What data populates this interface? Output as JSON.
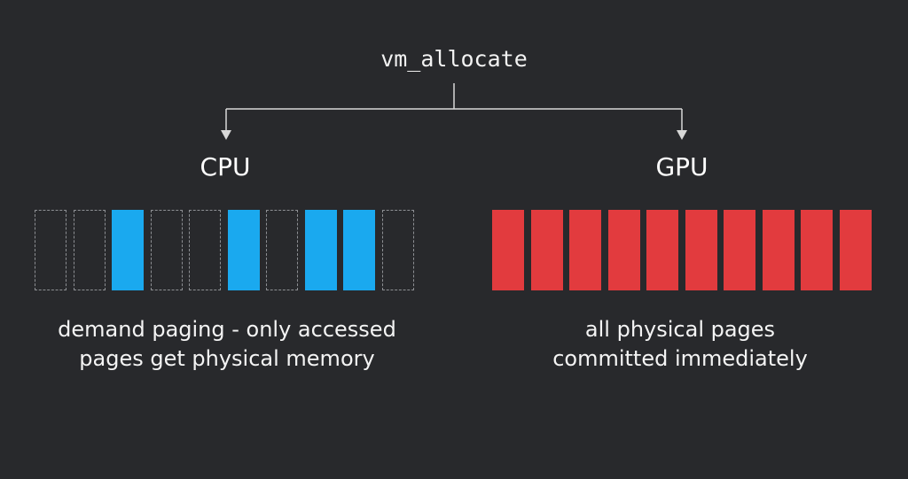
{
  "root": {
    "label": "vm_allocate"
  },
  "colors": {
    "background": "#28292c",
    "connector": "#d8d8d8",
    "cpu_page": "#1aa9ef",
    "gpu_page": "#e23b3e",
    "unmapped_border": "#8d8f93"
  },
  "cpu": {
    "title": "CPU",
    "pages": [
      false,
      false,
      true,
      false,
      false,
      true,
      false,
      true,
      true,
      false
    ],
    "caption_line1": "demand paging - only accessed",
    "caption_line2": "pages get physical memory"
  },
  "gpu": {
    "title": "GPU",
    "pages": [
      true,
      true,
      true,
      true,
      true,
      true,
      true,
      true,
      true,
      true
    ],
    "caption_line1": "all physical pages",
    "caption_line2": "committed immediately"
  }
}
